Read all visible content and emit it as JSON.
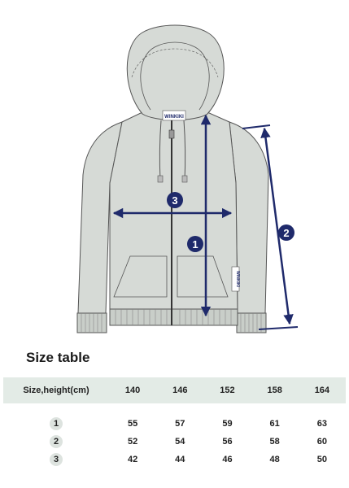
{
  "brand_tag": "WINKIKI",
  "markers": {
    "m1": "1",
    "m2": "2",
    "m3": "3"
  },
  "colors": {
    "garment_fill": "#d6dad6",
    "garment_stroke": "#555555",
    "measure_line": "#1f2a6b",
    "table_header_bg": "#e3ebe6"
  },
  "size_table": {
    "title": "Size table",
    "header_label": "Size,height(cm)",
    "sizes": [
      "140",
      "146",
      "152",
      "158",
      "164"
    ],
    "rows": [
      {
        "marker": "1",
        "values": [
          "55",
          "57",
          "59",
          "61",
          "63"
        ]
      },
      {
        "marker": "2",
        "values": [
          "52",
          "54",
          "56",
          "58",
          "60"
        ]
      },
      {
        "marker": "3",
        "values": [
          "42",
          "44",
          "46",
          "48",
          "50"
        ]
      }
    ]
  }
}
